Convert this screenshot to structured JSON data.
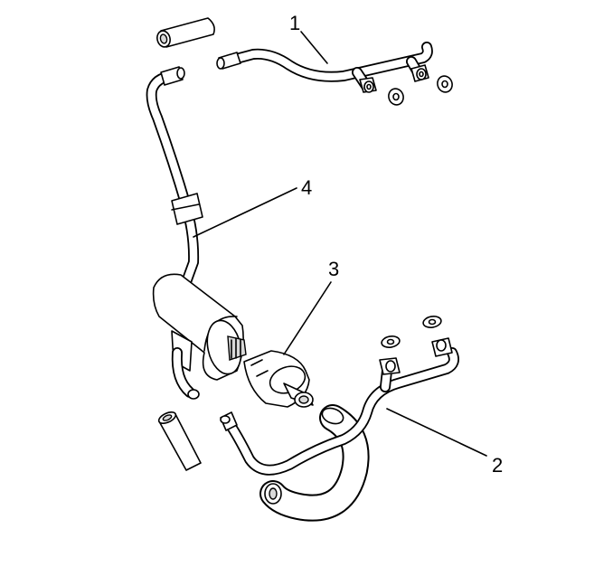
{
  "callouts": [
    {
      "id": "1",
      "label": "1"
    },
    {
      "id": "2",
      "label": "2"
    },
    {
      "id": "3",
      "label": "3"
    },
    {
      "id": "4",
      "label": "4"
    }
  ],
  "colors": {
    "ink": "#000000",
    "paper": "#ffffff",
    "shade": "#d9d9d9"
  }
}
